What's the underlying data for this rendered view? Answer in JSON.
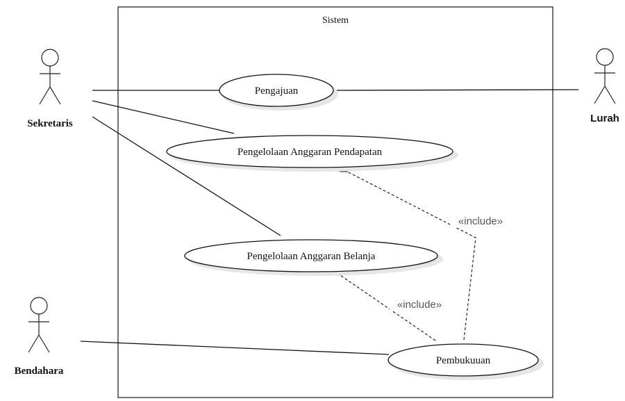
{
  "system": {
    "title": "Sistem"
  },
  "actors": {
    "sekretaris": "Sekretaris",
    "lurah": "Lurah",
    "bendahara": "Bendahara"
  },
  "use_cases": {
    "pengajuan": "Pengajuan",
    "anggaran_pendapatan": "Pengelolaan Anggaran Pendapatan",
    "anggaran_belanja": "Pengelolaan Anggaran Belanja",
    "pembukuan": "Pembukuuan"
  },
  "relations": {
    "include_label_1": "«include»",
    "include_label_2": "«include»"
  }
}
